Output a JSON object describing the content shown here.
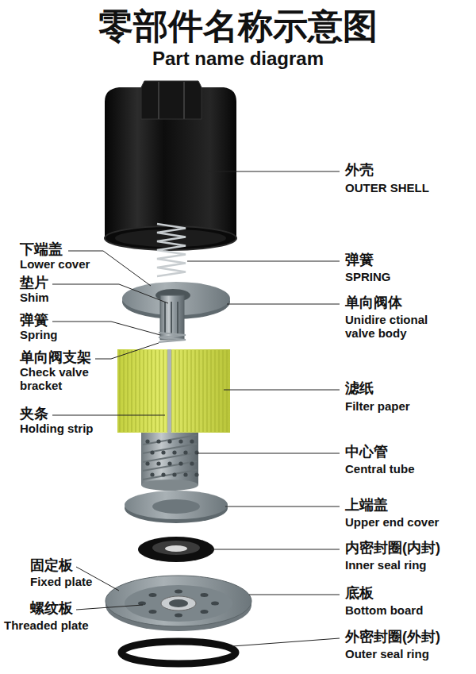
{
  "diagram": {
    "title": "零部件名称示意图",
    "labels": [
      "Part name diagram",
      "外壳",
      "OUTER SHELL",
      "下端盖",
      "Lower cover",
      "弹簧",
      "SPRING",
      "垫片",
      "Shim",
      "单向阀体",
      "Unidire ctional valve body",
      "弹簧",
      "Spring",
      "单向阀支架",
      "Check valve bracket",
      "滤纸",
      "Filter paper",
      "夹条",
      "Holding strip",
      "中心管",
      "Central tube",
      "上端盖",
      "Upper end cover",
      "内密封圈(内封)",
      "Inner seal ring",
      "固定板",
      "Fixed plate",
      "底板",
      "Bottom board",
      "螺纹板",
      "Threaded plate",
      "外密封圈(外封)",
      "Outer seal ring"
    ]
  }
}
